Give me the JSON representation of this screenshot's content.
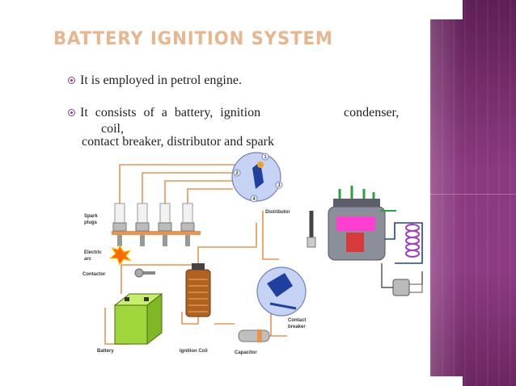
{
  "slide": {
    "title": "BATTERY IGNITION SYSTEM",
    "bullets": [
      {
        "text": "It is employed in petrol engine."
      },
      {
        "words": [
          "It",
          "consists",
          "of",
          "a",
          "battery,",
          "ignition"
        ],
        "trailing": "condenser,",
        "wrap": "coil,",
        "line3": "contact breaker, distributor and spark"
      }
    ]
  },
  "diagram": {
    "labels": {
      "spark_plugs_1": "Spark",
      "spark_plugs_2": "plugs",
      "electric_arc_1": "Electric",
      "electric_arc_2": "arc",
      "distributor": "Distributor",
      "contactor": "Contactor",
      "contact_breaker_1": "Contact",
      "contact_breaker_2": "breaker",
      "battery": "Battery",
      "ignition_coil": "Ignition Coil",
      "capacitor": "Capacitor"
    },
    "distributor_terminals": [
      "1",
      "2",
      "3",
      "4"
    ]
  },
  "colors": {
    "title": "#e8b58c",
    "accent": "#8c3a80",
    "wire": "#e8954f",
    "distributor_disc": "#c7d3f5",
    "battery": "#9fd63b"
  }
}
